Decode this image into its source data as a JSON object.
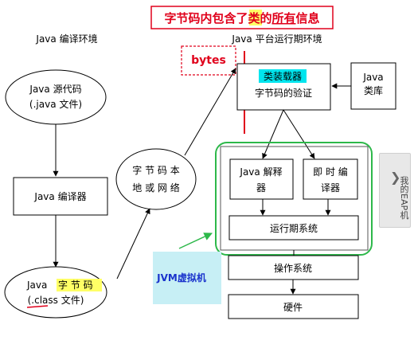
{
  "banner": {
    "parts": [
      {
        "text": "字节码内包含了",
        "highlight": false
      },
      {
        "text": "类",
        "highlight": true
      },
      {
        "text": "的",
        "highlight": false
      },
      {
        "text": "所有",
        "highlight": false,
        "underline": true
      },
      {
        "text": "信息",
        "highlight": false
      }
    ],
    "color": "#e0001b",
    "border_color": "#e0001b"
  },
  "sections": {
    "compile_env": "Java 编译环境",
    "runtime_env": "Java 平台运行期环境"
  },
  "nodes": {
    "source_line1": "Java 源代码",
    "source_line2": "(.java 文件)",
    "compiler": "Java 编译器",
    "bytecode_prefix": "Java",
    "bytecode_highlight": "字 节 码",
    "bytecode_line2": "(.class 文件)",
    "local_or_network_line1": "字 节 码 本",
    "local_or_network_line2": "地 或 网 络",
    "class_loader": "类装载器",
    "bytecode_verifier": "字节码的验证",
    "java_lib_line1": "Java",
    "java_lib_line2": "类库",
    "interpreter_line1": "Java 解释",
    "interpreter_line2": "器",
    "jit_line1": "即 时 编",
    "jit_line2": "译器",
    "runtime_system": "运行期系统",
    "os": "操作系统",
    "hardware": "硬件"
  },
  "callouts": {
    "bytes": "bytes",
    "jvm": "JVM虚拟机"
  },
  "side_tab": {
    "label": "我的EAP机"
  },
  "colors": {
    "red": "#e0001b",
    "highlight_yellow": "#ffff66",
    "highlight_cyan": "#00e5ee",
    "jvm_bg": "#c7eff5",
    "jvm_text": "#1a33cc",
    "green": "#2db84a",
    "line": "#000000"
  },
  "icons": {
    "side_tab_chevron": "chevron-right-icon"
  }
}
